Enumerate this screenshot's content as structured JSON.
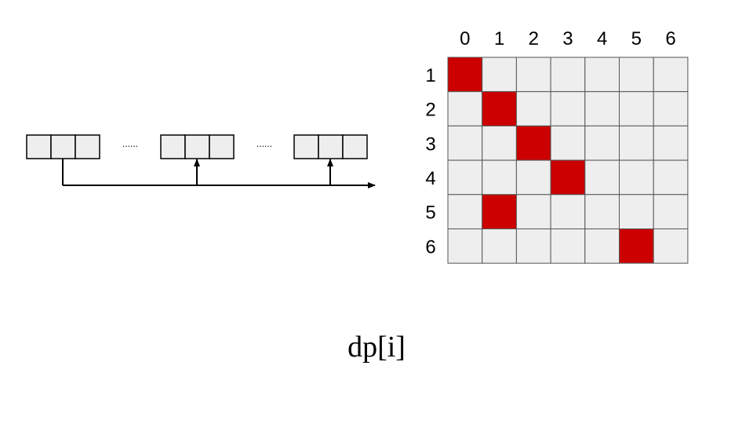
{
  "grid": {
    "column_labels": [
      "0",
      "1",
      "2",
      "3",
      "4",
      "5",
      "6"
    ],
    "row_labels": [
      "1",
      "2",
      "3",
      "4",
      "5",
      "6"
    ],
    "highlighted_cells": [
      [
        1,
        0
      ],
      [
        2,
        1
      ],
      [
        3,
        2
      ],
      [
        4,
        3
      ],
      [
        5,
        1
      ],
      [
        6,
        5
      ]
    ],
    "cell_color": "#eeeeee",
    "highlight_color": "#cc0000"
  },
  "array_diagram": {
    "groups": 3,
    "cells_per_group": 3,
    "separator": "......",
    "cell_color": "#eeeeee"
  },
  "caption": "dp[i]"
}
